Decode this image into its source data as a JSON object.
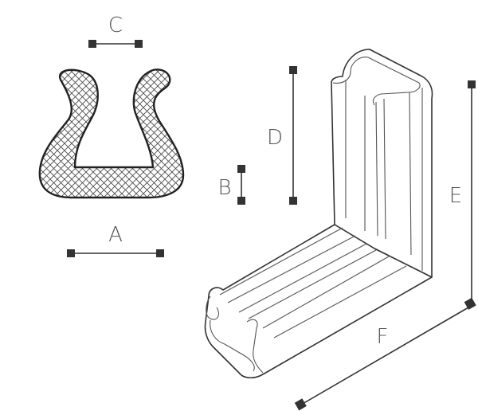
{
  "labels": {
    "a": "A",
    "b": "B",
    "c": "C",
    "d": "D",
    "e": "E",
    "f": "F"
  },
  "colors": {
    "line": "#333333",
    "label": "#555555",
    "background": "#ffffff"
  }
}
